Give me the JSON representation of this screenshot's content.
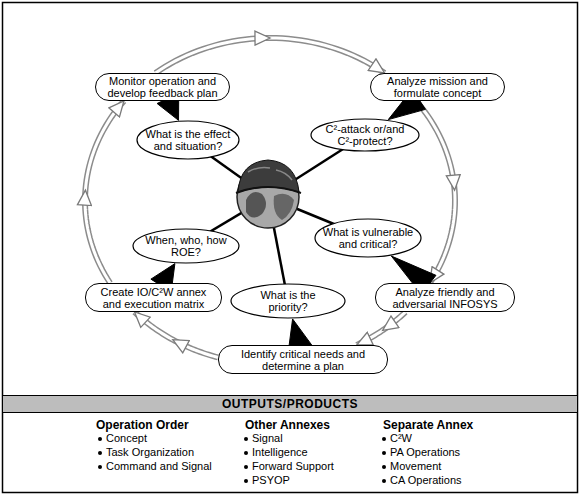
{
  "diagram": {
    "nodes": [
      {
        "text": [
          "Monitor operation and develop feedback plan"
        ]
      },
      {
        "text": [
          "Analyze mission and formulate concept"
        ]
      },
      {
        "text": [
          "What is the effect and situation?"
        ]
      },
      {
        "text": [
          "C²-attack or/and C²-protect?"
        ]
      },
      {
        "text": [
          "When, who, how ROE?"
        ]
      },
      {
        "text": [
          "What is vulnerable and critical?"
        ]
      },
      {
        "text": [
          "Create IO/C²W annex and execution matrix"
        ]
      },
      {
        "text": [
          "What is the priority?"
        ]
      },
      {
        "text": [
          "Analyze friendly and adversarial INFOSYS"
        ]
      },
      {
        "text": [
          "Identify critical needs and determine a plan"
        ]
      },
      {
        "text": [
          "OUTPUTS/PRODUCTS"
        ]
      }
    ],
    "edges": [
      {
        "from": 0,
        "to": 1,
        "arrow": "to"
      },
      {
        "from": 1,
        "to": 8,
        "arrow": "to"
      },
      {
        "from": 8,
        "to": 9,
        "arrow": "to"
      },
      {
        "from": 9,
        "to": 6,
        "arrow": "to"
      },
      {
        "from": 6,
        "to": 0,
        "arrow": "to"
      },
      {
        "from": 2,
        "to": 0,
        "arrow": "none"
      },
      {
        "from": 3,
        "to": 1,
        "arrow": "none"
      },
      {
        "from": 5,
        "to": 8,
        "arrow": "none"
      },
      {
        "from": 7,
        "to": 9,
        "arrow": "none"
      },
      {
        "from": 4,
        "to": 6,
        "arrow": "none"
      }
    ],
    "labels": [
      "Operation Order",
      "Concept",
      "Task Organization",
      "Command and Signal",
      "Other Annexes",
      "Signal",
      "Intelligence",
      "Forward Support",
      "PSYOP",
      "Separate Annex",
      "C²W",
      "PA Operations",
      "Movement",
      "CA Operations"
    ]
  }
}
